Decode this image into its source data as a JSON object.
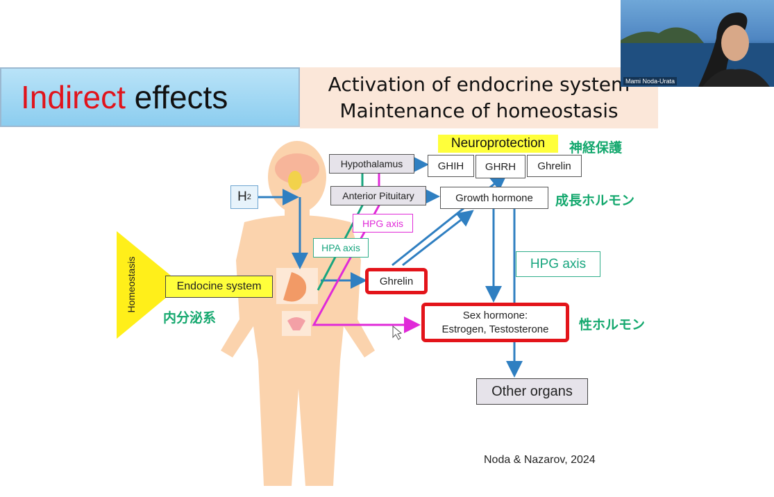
{
  "slide": {
    "title_word1": "Indirect",
    "title_word2": "effects",
    "subtitle_line1": "Activation of endocrine system",
    "subtitle_line2": "Maintenance of homeostasis",
    "homeostasis": "Homeostasis",
    "endocrine_label": "Endocine system",
    "endocrine_jp": "内分泌系",
    "h2": "H",
    "h2_sub": "2",
    "neuroprotection": "Neuroprotection",
    "neuroprotection_jp": "神経保護",
    "hypothalamus": "Hypothalamus",
    "anterior_pituitary": "Anterior Pituitary",
    "ghih": "GHIH",
    "ghrh": "GHRH",
    "ghrelin_top": "Ghrelin",
    "growth_hormone": "Growth hormone",
    "growth_hormone_jp": "成長ホルモン",
    "hpg_axis_small": "HPG axis",
    "hpa_axis": "HPA axis",
    "hpg_axis_large": "HPG axis",
    "ghrelin": "Ghrelin",
    "sex_hormone_line1": "Sex hormone:",
    "sex_hormone_line2": "Estrogen, Testosterone",
    "sex_hormone_jp": "性ホルモン",
    "other_organs": "Other organs",
    "citation": "Noda & Nazarov, 2024"
  },
  "video": {
    "participant_name": "Mami Noda-Urata"
  },
  "colors": {
    "title_red": "#e0141c",
    "arrow_blue": "#2f7fc1",
    "axis_green": "#17a57e",
    "axis_pink": "#e02ad8",
    "highlight_red": "#e3141a",
    "highlight_yellow": "#ffff3b",
    "body_peach": "#fbd3ad"
  }
}
